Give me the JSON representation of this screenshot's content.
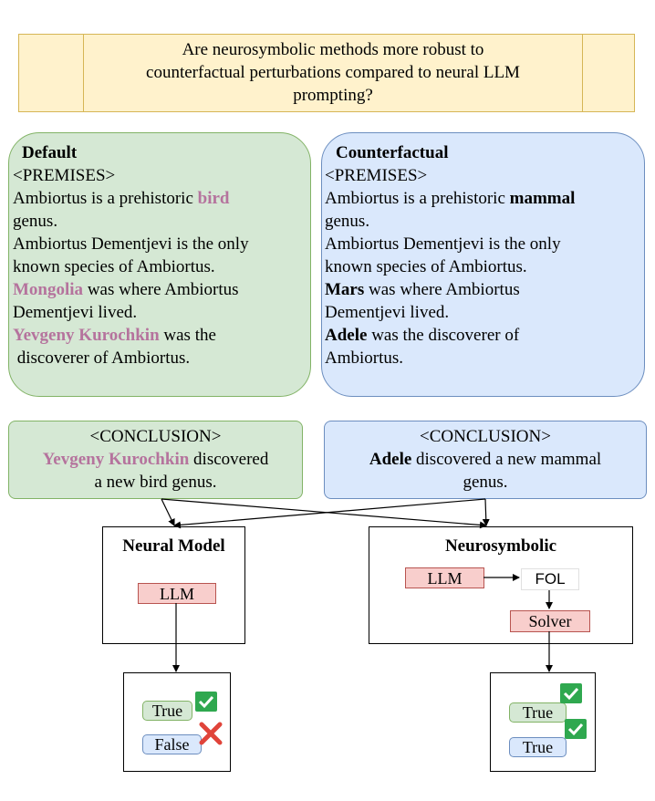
{
  "question": {
    "lines": [
      "Are neurosymbolic methods more robust to",
      "counterfactual perturbations compared to neural LLM",
      "prompting?"
    ]
  },
  "default_panel": {
    "title": "Default",
    "premises_label": "<PREMISES>",
    "lines": [
      [
        "Ambiortus is a prehistoric ",
        "bird"
      ],
      [
        "genus.",
        ""
      ],
      [
        "Ambiortus Dementjevi is the only",
        ""
      ],
      [
        "known species of Ambiortus.",
        ""
      ],
      [
        "",
        "Mongolia",
        " was where Ambiortus"
      ],
      [
        "Dementjevi lived.",
        ""
      ],
      [
        "",
        "Yevgeny Kurochkin",
        " was the"
      ],
      [
        " discoverer of Ambiortus.",
        ""
      ]
    ]
  },
  "counterfactual_panel": {
    "title": "Counterfactual",
    "premises_label": "<PREMISES>",
    "lines": [
      [
        "Ambiortus is a prehistoric ",
        "mammal"
      ],
      [
        "genus.",
        ""
      ],
      [
        "Ambiortus Dementjevi is the only",
        ""
      ],
      [
        "known species of Ambiortus.",
        ""
      ],
      [
        "",
        "Mars",
        " was where Ambiortus"
      ],
      [
        "Dementjevi lived.",
        ""
      ],
      [
        "",
        "Adele",
        " was the discoverer of"
      ],
      [
        "Ambiortus.",
        ""
      ]
    ]
  },
  "default_conclusion": {
    "label": "<CONCLUSION>",
    "line1_highlight": "Yevgeny Kurochkin",
    "line1_rest": " discovered",
    "line2": "a new bird genus."
  },
  "counterfactual_conclusion": {
    "label": "<CONCLUSION>",
    "line1_highlight": "Adele",
    "line1_rest": " discovered a new mammal",
    "line2": "genus."
  },
  "neural_model": {
    "title": "Neural Model",
    "llm_label": "LLM"
  },
  "neurosymbolic": {
    "title": "Neurosymbolic",
    "llm_label": "LLM",
    "fol_label": "FOL",
    "solver_label": "Solver"
  },
  "neural_results": {
    "first": "True",
    "first_icon": "check-icon",
    "second": "False",
    "second_icon": "cross-icon"
  },
  "neurosymbolic_results": {
    "first": "True",
    "first_icon": "check-icon",
    "second": "True",
    "second_icon": "check-icon"
  },
  "colors": {
    "question_bg": "#fff2cc",
    "default_bg": "#d5e8d4",
    "counterfactual_bg": "#dae8fc",
    "highlight_pink": "#b5739d",
    "llm_bg": "#f8cecc",
    "check_green": "#2fa84f",
    "cross_red": "#e0443a"
  }
}
